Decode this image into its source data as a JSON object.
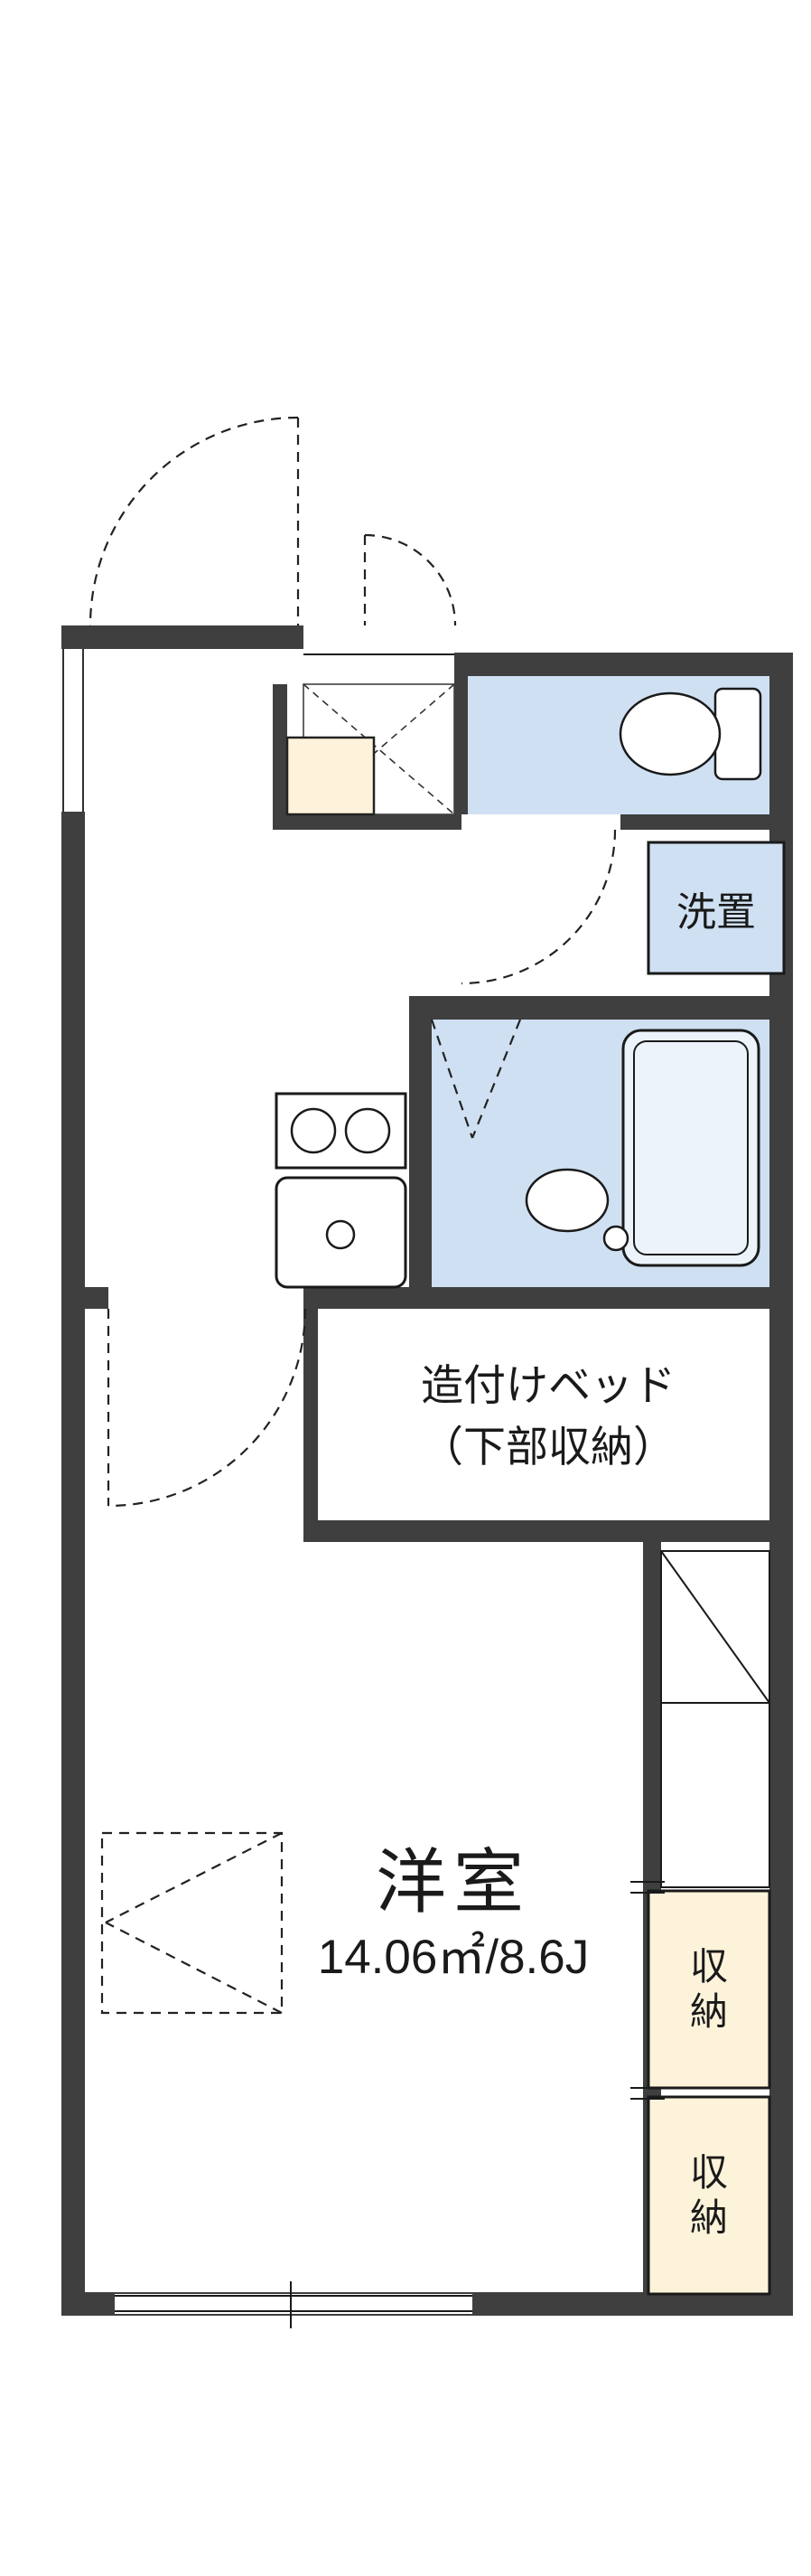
{
  "floorplan": {
    "labels": {
      "washer": "洗置",
      "bed_line1": "造付けベッド",
      "bed_line2": "（下部収納）",
      "room_name": "洋室",
      "room_size": "14.06㎡/8.6J",
      "storage_top": "収納",
      "storage_bottom": "収納"
    },
    "colors": {
      "wall": "#3f3f3f",
      "water": "#cfe0f2",
      "cream": "#fcf3da",
      "line": "#1a1a1a"
    }
  }
}
